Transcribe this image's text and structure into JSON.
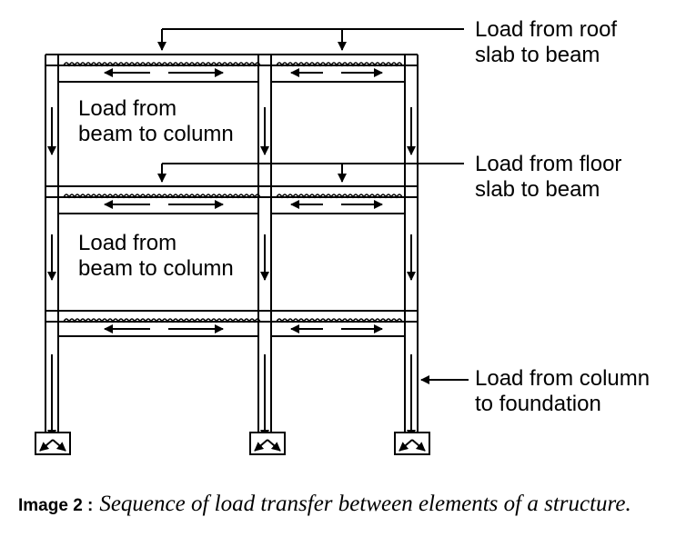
{
  "labels": {
    "roof": [
      "Load from roof",
      "slab to beam"
    ],
    "floor": [
      "Load from floor",
      "slab to beam"
    ],
    "column": [
      "Load from column",
      "to foundation"
    ],
    "beam_upper": [
      "Load from",
      "beam to column"
    ],
    "beam_lower": [
      "Load from",
      "beam to column"
    ]
  },
  "caption": {
    "label": "Image 2 :",
    "text": "Sequence of load transfer between elements of a structure."
  }
}
